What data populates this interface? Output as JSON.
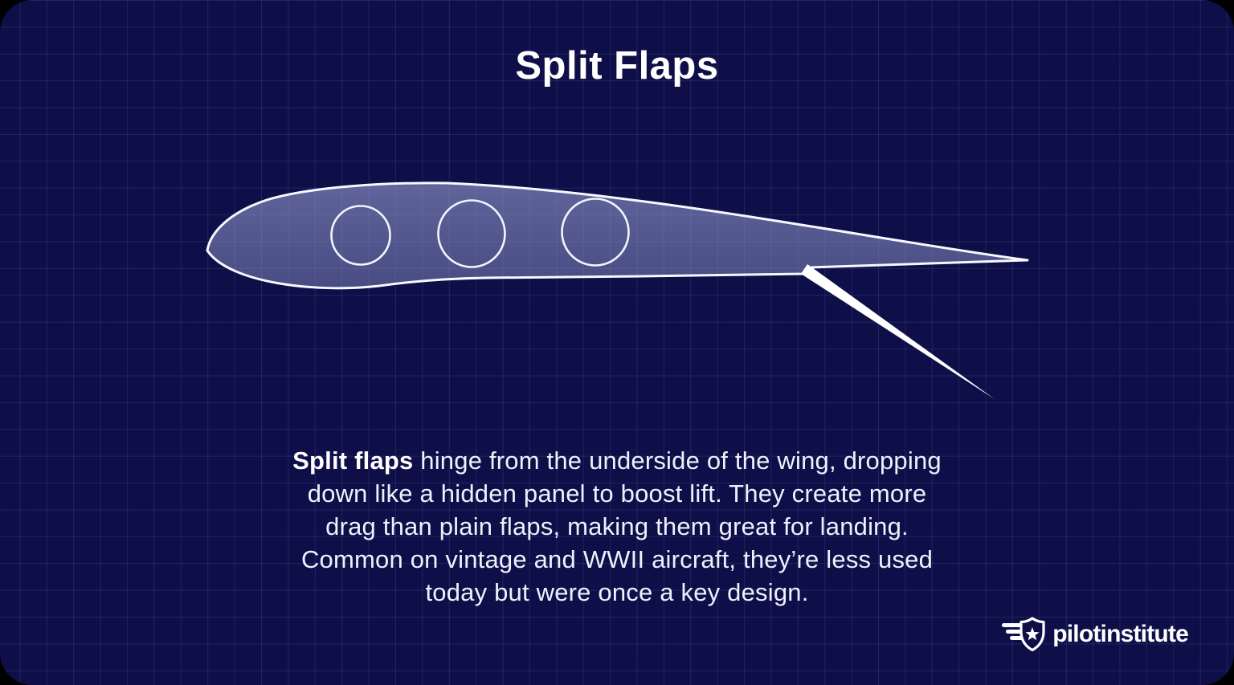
{
  "card": {
    "title": "Split Flaps"
  },
  "colors": {
    "background": "#0e0f48",
    "grid_line": "#20245e",
    "outline_white": "#f7f8ff",
    "airfoil_fill": "#515586",
    "text": "#eef1fb"
  },
  "diagram": {
    "name": "airfoil cross-section with split flap deployed",
    "lightening_hole_count": 3,
    "flap_state": "split flap hinged down from trailing edge underside"
  },
  "description": {
    "lead_bold": "Split flaps",
    "lines": [
      " hinge from the underside of the wing, dropping",
      "down like a hidden panel to boost lift. They create more",
      "drag than plain flaps, making them great for landing.",
      "Common on vintage and WWII aircraft, they’re less used",
      "today but were once a key design."
    ],
    "full_text": "Split flaps hinge from the underside of the wing, dropping down like a hidden panel to boost lift. They create more drag than plain flaps, making them great for landing. Common on vintage and WWII aircraft, they’re less used today but were once a key design."
  },
  "branding": {
    "logo_text": "pilotinstitute",
    "logo_icon": "winged-shield-star-icon"
  }
}
